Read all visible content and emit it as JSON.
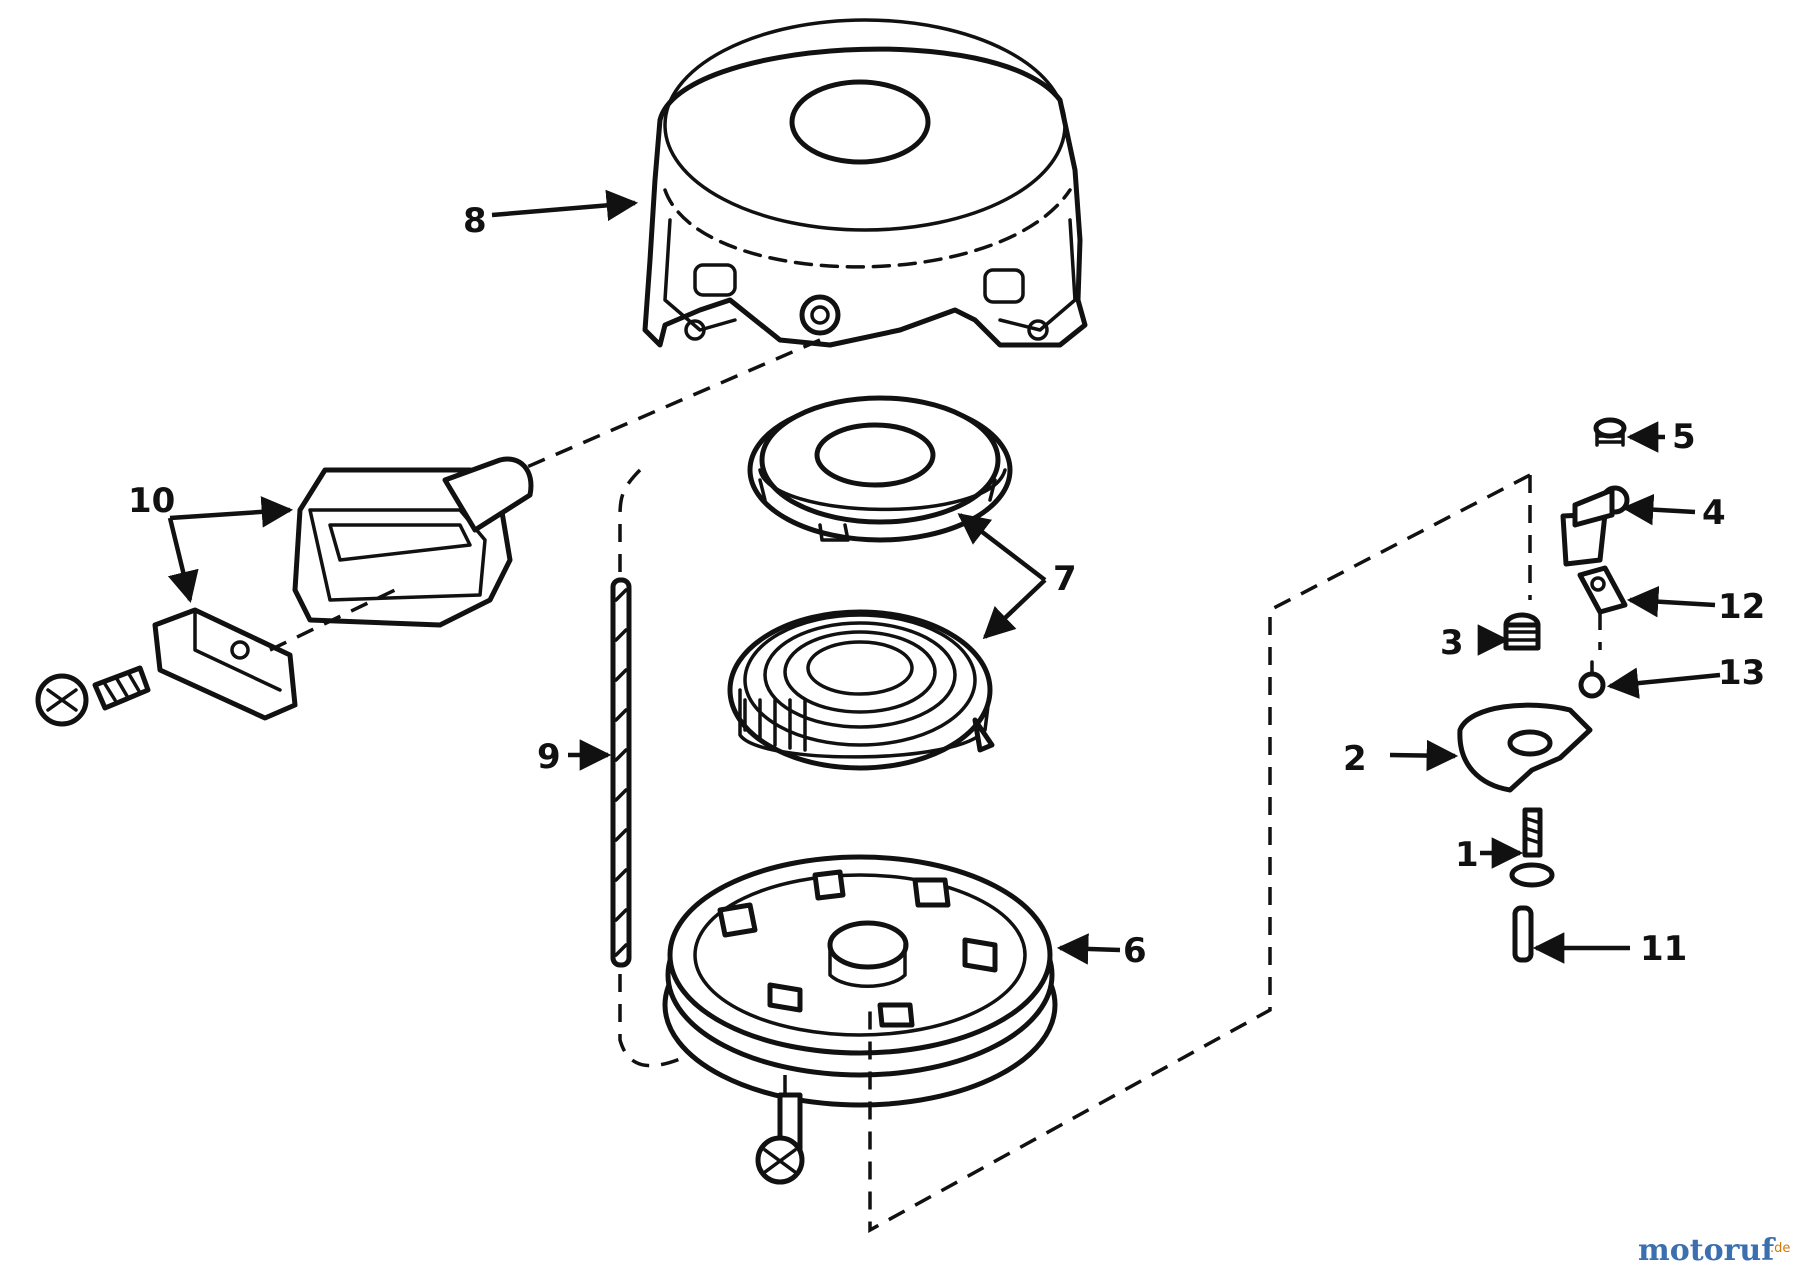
{
  "callouts": [
    {
      "id": "1",
      "text": "1"
    },
    {
      "id": "2",
      "text": "2"
    },
    {
      "id": "3",
      "text": "3"
    },
    {
      "id": "4",
      "text": "4"
    },
    {
      "id": "5",
      "text": "5"
    },
    {
      "id": "6",
      "text": "6"
    },
    {
      "id": "7",
      "text": "7"
    },
    {
      "id": "8",
      "text": "8"
    },
    {
      "id": "9",
      "text": "9"
    },
    {
      "id": "10",
      "text": "10"
    },
    {
      "id": "11",
      "text": "11"
    },
    {
      "id": "12",
      "text": "12"
    },
    {
      "id": "13",
      "text": "13"
    }
  ],
  "watermark": {
    "brand": "motoruf",
    "suffix": ".de"
  },
  "colors": {
    "line": "#111111",
    "watermark_brand": "#3b6fb0",
    "watermark_suffix": "#d07a00"
  }
}
